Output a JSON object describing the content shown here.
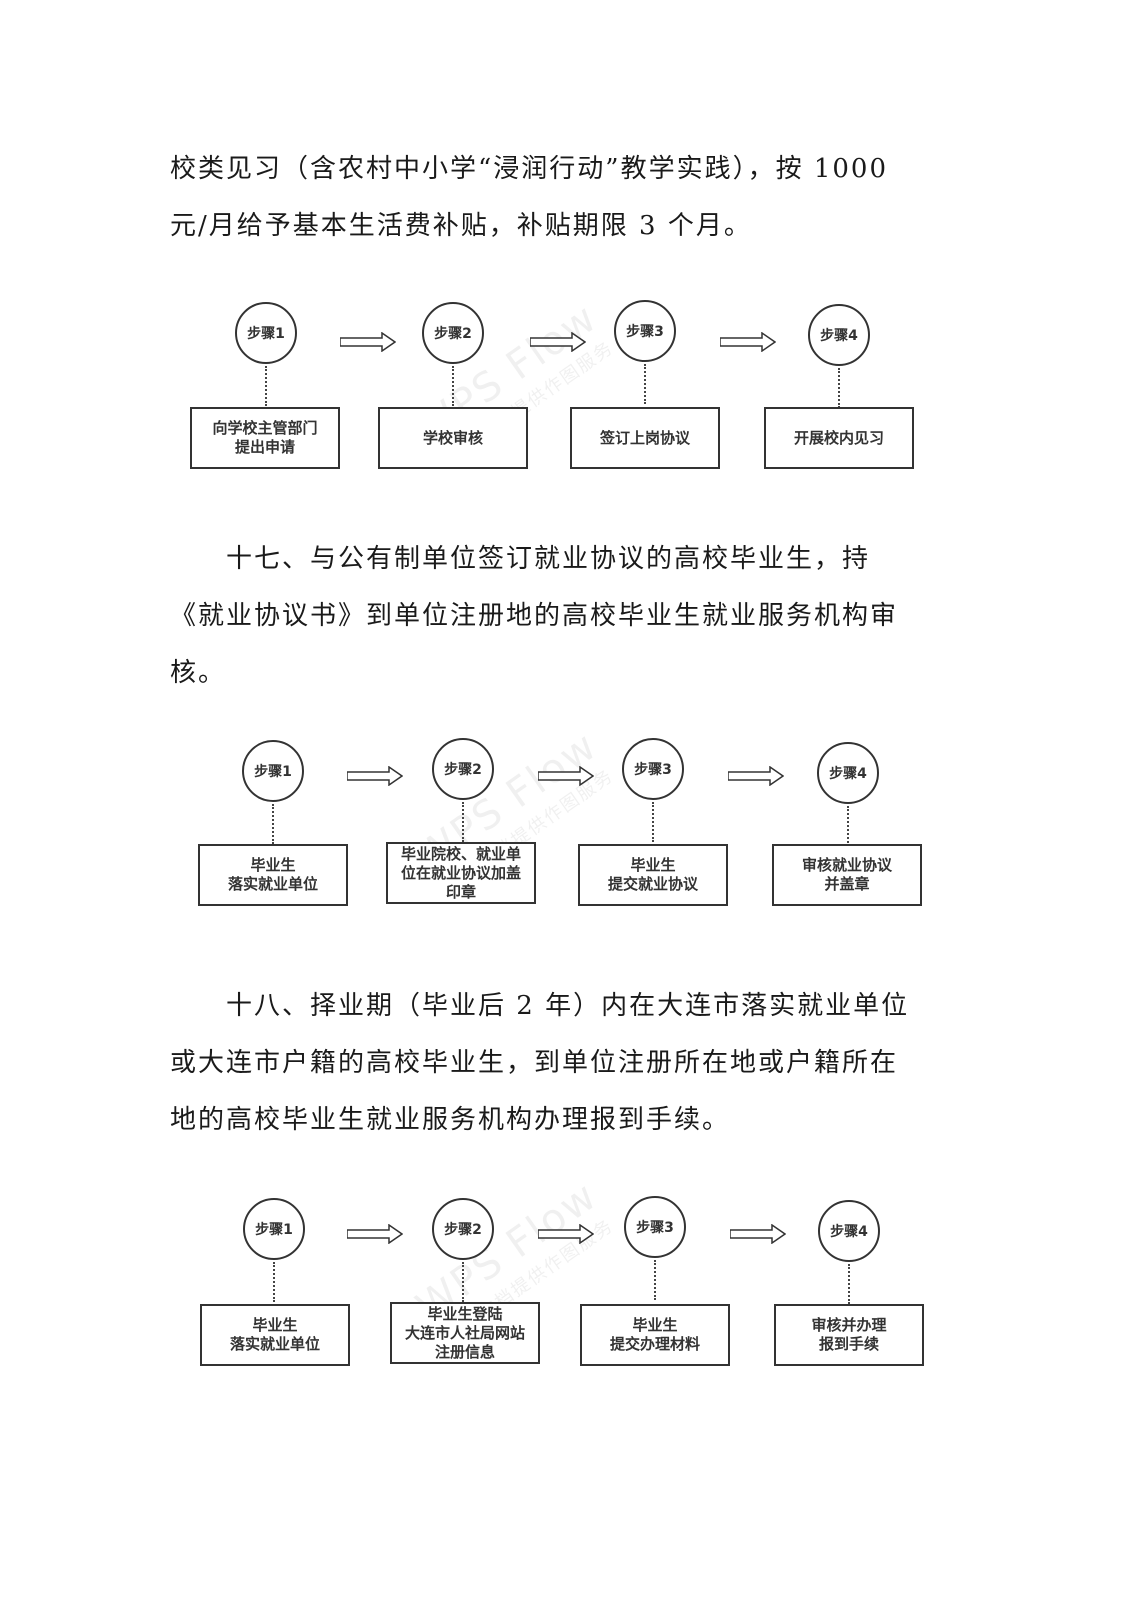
{
  "paragraphs": [
    {
      "line1": "校类见习（含农村中小学“浸润行动”教学实践），按 1000",
      "line2": "元/月给予基本生活费补贴，补贴期限 3 个月。"
    },
    {
      "line1": "　　十七、与公有制单位签订就业协议的高校毕业生，持",
      "line2": "《就业协议书》到单位注册地的高校毕业生就业服务机构审",
      "line3": "核。"
    },
    {
      "line1": "　　十八、择业期（毕业后 2 年）内在大连市落实就业单位",
      "line2": "或大连市户籍的高校毕业生，到单位注册所在地或户籍所在",
      "line3": "地的高校毕业生就业服务机构办理报到手续。"
    }
  ],
  "flows": [
    {
      "steps": [
        {
          "circle": "步骤1",
          "box": "向学校主管部门\n提出申请"
        },
        {
          "circle": "步骤2",
          "box": "学校审核"
        },
        {
          "circle": "步骤3",
          "box": "签订上岗协议"
        },
        {
          "circle": "步骤4",
          "box": "开展校内见习"
        }
      ]
    },
    {
      "steps": [
        {
          "circle": "步骤1",
          "box": "毕业生\n落实就业单位"
        },
        {
          "circle": "步骤2",
          "box": "毕业院校、就业单\n位在就业协议加盖\n印章"
        },
        {
          "circle": "步骤3",
          "box": "毕业生\n提交就业协议"
        },
        {
          "circle": "步骤4",
          "box": "审核就业协议\n并盖章"
        }
      ]
    },
    {
      "steps": [
        {
          "circle": "步骤1",
          "box": "毕业生\n落实就业单位"
        },
        {
          "circle": "步骤2",
          "box": "毕业生登陆\n大连市人社局网站\n注册信息"
        },
        {
          "circle": "步骤3",
          "box": "毕业生\n提交办理材料"
        },
        {
          "circle": "步骤4",
          "box": "审核并办理\n报到手续"
        }
      ]
    }
  ],
  "watermark": {
    "text": "WPS Flow",
    "subtext": "WPS文档提供作图服务"
  }
}
